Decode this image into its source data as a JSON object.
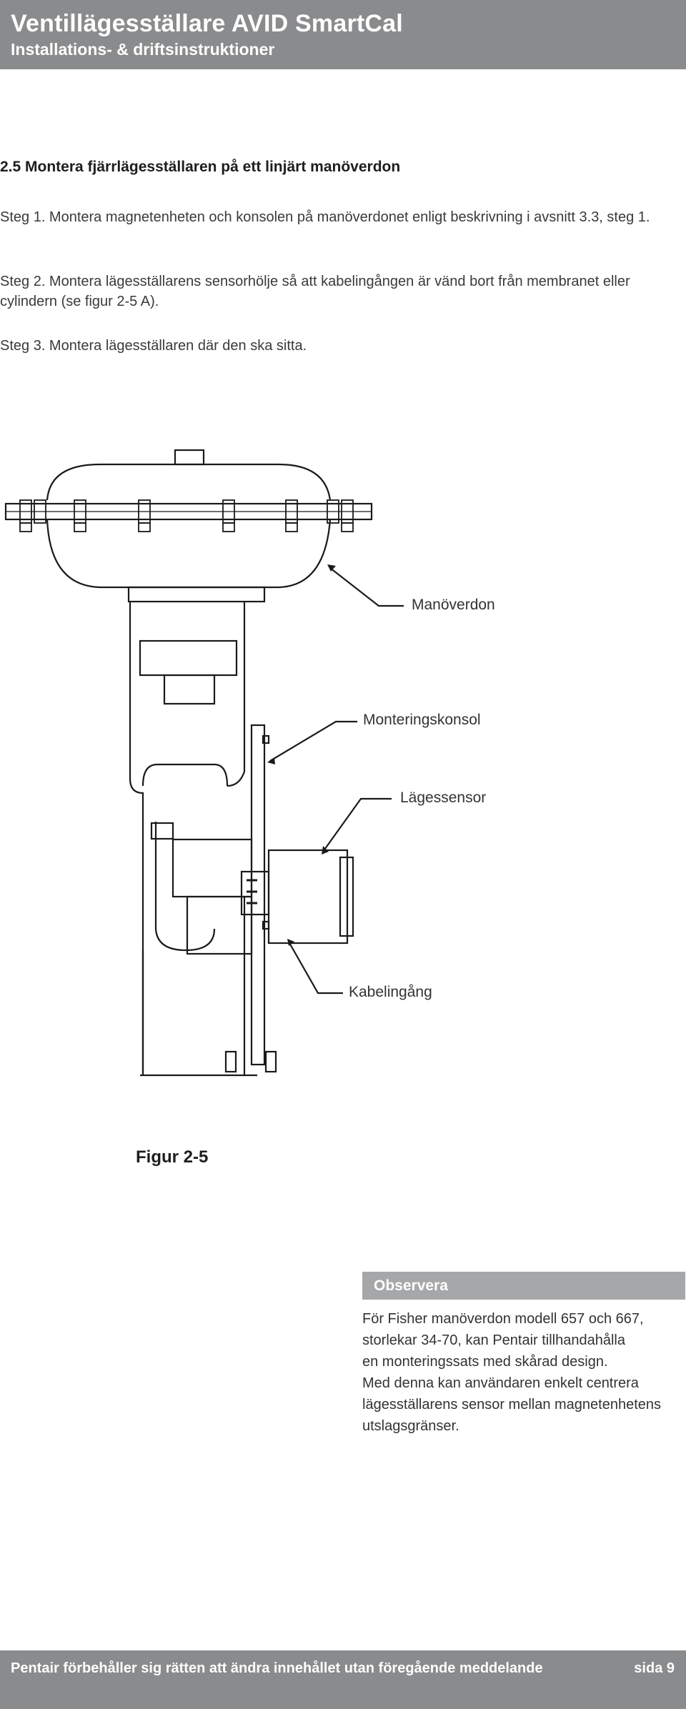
{
  "header": {
    "title": "Ventillägesställare AVID SmartCal",
    "subtitle": "Installations- & driftsinstruktioner"
  },
  "section": {
    "heading": "2.5 Montera fjärrlägesställaren på ett linjärt manöverdon",
    "steps": [
      "Steg 1.  Montera magnetenheten och konsolen på manöverdonet enligt beskrivning i avsnitt 3.3, steg 1.",
      "Steg 2. Montera lägesställarens sensorhölje så att kabelingången är vänd bort från membranet eller cylindern (se figur 2-5 A).",
      "Steg 3. Montera lägesställaren där den ska sitta."
    ]
  },
  "figure": {
    "labels": [
      "Manöverdon",
      "Monteringskonsol",
      "Lägessensor",
      "Kabelingång"
    ],
    "caption": "Figur 2-5"
  },
  "note": {
    "heading": "Observera",
    "lines": [
      "För Fisher manöverdon modell 657 och 667,",
      "storlekar 34-70, kan Pentair tillhandahålla",
      "en monteringssats med skårad design.",
      "Med denna kan användaren enkelt centrera",
      "lägesställarens sensor mellan magnetenhetens",
      "utslagsgränser."
    ]
  },
  "footer": {
    "text": "Pentair förbehåller sig rätten att ändra innehållet utan föregående meddelande",
    "page": "sida 9"
  }
}
